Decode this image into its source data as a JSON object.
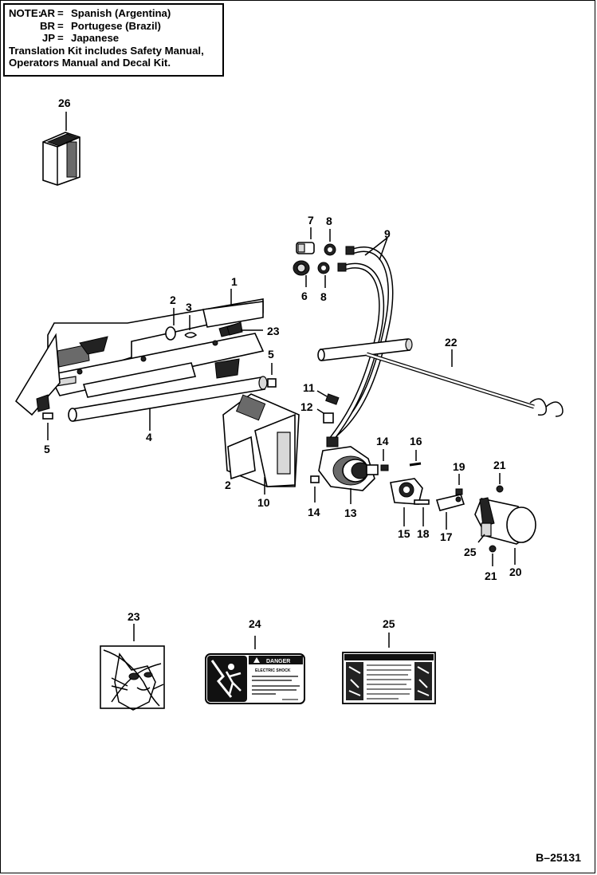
{
  "note": {
    "label": "NOTE:",
    "codes": [
      {
        "code": "AR",
        "eq": "=",
        "language": "Spanish (Argentina)"
      },
      {
        "code": "BR",
        "eq": "=",
        "language": "Portugese (Brazil)"
      },
      {
        "code": "JP",
        "eq": "=",
        "language": "Japanese"
      }
    ],
    "kit_line_1": "Translation Kit includes Safety Manual,",
    "kit_line_2": "Operators Manual and Decal Kit."
  },
  "callouts": {
    "c1": "1",
    "c2a": "2",
    "c2b": "2",
    "c3": "3",
    "c4": "4",
    "c5a": "5",
    "c5b": "5",
    "c6": "6",
    "c7": "7",
    "c8a": "8",
    "c8b": "8",
    "c9": "9",
    "c10": "10",
    "c11": "11",
    "c12": "12",
    "c13": "13",
    "c14a": "14",
    "c14b": "14",
    "c15": "15",
    "c16": "16",
    "c17": "17",
    "c18": "18",
    "c19": "19",
    "c20": "20",
    "c21a": "21",
    "c21b": "21",
    "c22": "22",
    "c23a": "23",
    "c23b": "23",
    "c24": "24",
    "c25a": "25",
    "c25b": "25",
    "c26": "26"
  },
  "decal_danger": {
    "header": "DANGER",
    "subheader": "ELECTRIC SHOCK"
  },
  "document_number": "B–25131"
}
